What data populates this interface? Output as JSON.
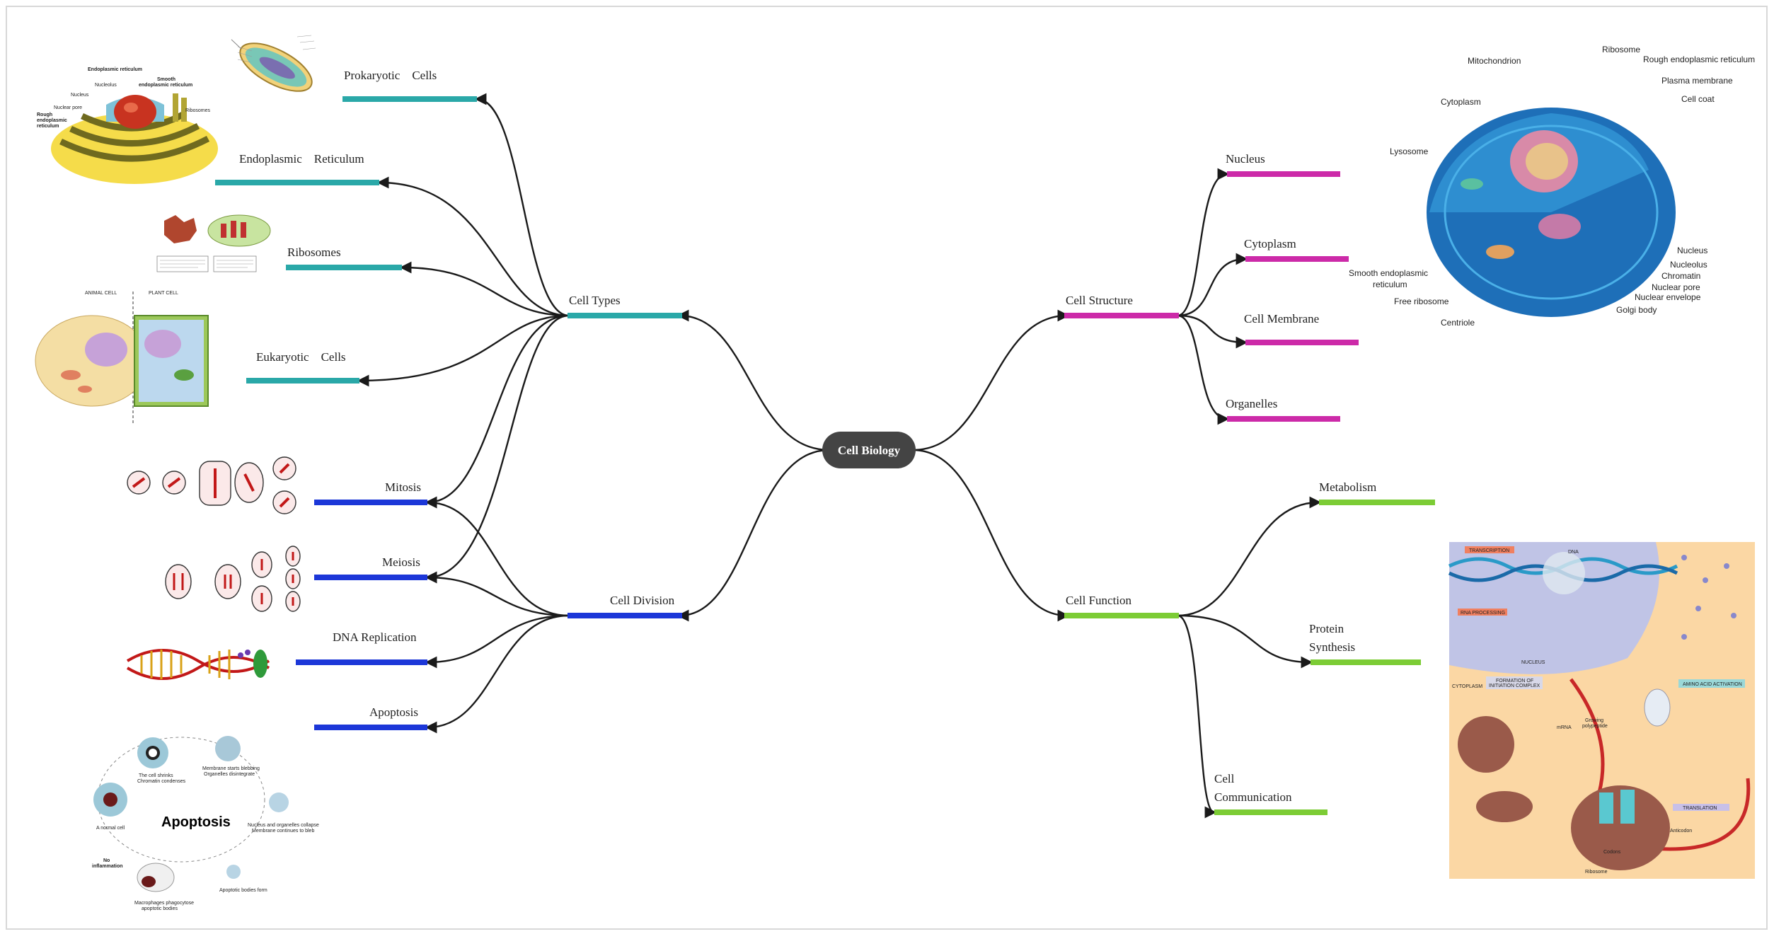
{
  "colors": {
    "teal": "#2aa8a8",
    "blue": "#1c37d8",
    "magenta": "#cc2aa8",
    "green": "#7ccc35",
    "root_bg": "#444444"
  },
  "root": {
    "label": "Cell Biology"
  },
  "branches": {
    "cell_types": {
      "label": "Cell Types",
      "children": {
        "prokaryotic": {
          "label": "Prokaryotic    Cells"
        },
        "endoplasmic": {
          "label": "Endoplasmic    Reticulum"
        },
        "ribosomes": {
          "label": "Ribosomes"
        },
        "eukaryotic": {
          "label": "Eukaryotic    Cells"
        }
      }
    },
    "cell_division": {
      "label": "Cell Division",
      "children": {
        "mitosis": {
          "label": "Mitosis"
        },
        "meiosis": {
          "label": "Meiosis"
        },
        "dna_replication": {
          "label": "DNA Replication"
        },
        "apoptosis": {
          "label": "Apoptosis"
        }
      }
    },
    "cell_structure": {
      "label": "Cell Structure",
      "children": {
        "nucleus": {
          "label": "Nucleus"
        },
        "cytoplasm": {
          "label": "Cytoplasm"
        },
        "cell_membrane": {
          "label": "Cell Membrane"
        },
        "organelles": {
          "label": "Organelles"
        }
      }
    },
    "cell_function": {
      "label": "Cell Function",
      "children": {
        "metabolism": {
          "label": "Metabolism"
        },
        "protein_synthesis": {
          "line1": "Protein",
          "line2": "Synthesis"
        },
        "cell_communication": {
          "line1": "Cell",
          "line2": "Communication"
        }
      }
    }
  },
  "images": {
    "er_diagram": {
      "labels": {
        "er": "Endoplasmic reticulum",
        "nucleolus": "Nucleolus",
        "smooth": "Smooth",
        "smooth2": "endoplasmic reticulum",
        "nucleus": "Nucleus",
        "pore": "Nuclear pore",
        "ribosomes": "Ribosomes",
        "rough": "Rough",
        "rough2": "endoplasmic",
        "rough3": "reticulum"
      }
    },
    "eukaryote_diagram": {
      "labels": {
        "animal": "ANIMAL CELL",
        "plant": "PLANT CELL"
      }
    },
    "apoptosis_diagram": {
      "labels": {
        "title": "Apoptosis",
        "normal": "A normal cell",
        "shrinks": "The cell shrinks",
        "shrinks2": "Chromatin condenses",
        "blebbing": "Membrane starts blebbing",
        "blebbing2": "Organelles disintegrate",
        "collapse": "Nucleus and organelles collapse",
        "collapse2": "Membrane continues to bleb",
        "bodies": "Apoptotic bodies form",
        "macrophages": "Macrophages phagocytose",
        "macrophages2": "apoptotic bodies",
        "no_infl": "No",
        "no_infl2": "inflammation"
      }
    },
    "animal_cell_diagram": {
      "labels": {
        "mitochondrion": "Mitochondrion",
        "ribosome": "Ribosome",
        "rough_er": "Rough endoplasmic reticulum",
        "plasma_membrane": "Plasma membrane",
        "cell_coat": "Cell coat",
        "cytoplasm": "Cytoplasm",
        "lysosome": "Lysosome",
        "nucleus": "Nucleus",
        "nucleolus": "Nucleolus",
        "chromatin": "Chromatin",
        "nuclear_pore": "Nuclear pore",
        "nuclear_envelope": "Nuclear envelope",
        "golgi": "Golgi body",
        "smooth_er": "Smooth endoplasmic",
        "smooth_er2": "reticulum",
        "free_ribosome": "Free ribosome",
        "centriole": "Centriole"
      }
    },
    "protein_synthesis_diagram": {
      "labels": {
        "transcription": "TRANSCRIPTION",
        "dna": "DNA",
        "rna_processing": "RNA PROCESSING",
        "nucleus": "NUCLEUS",
        "cytoplasm": "CYTOPLASM",
        "formation": "FORMATION OF",
        "formation2": "INITIATION COMPLEX",
        "amino_activation": "AMINO ACID ACTIVATION",
        "translation": "TRANSLATION",
        "ribosome": "Ribosome",
        "mrna": "mRNA",
        "growing": "Growing",
        "growing2": "polypeptide",
        "anticodon": "Anticodon",
        "codons": "Codons"
      }
    }
  }
}
